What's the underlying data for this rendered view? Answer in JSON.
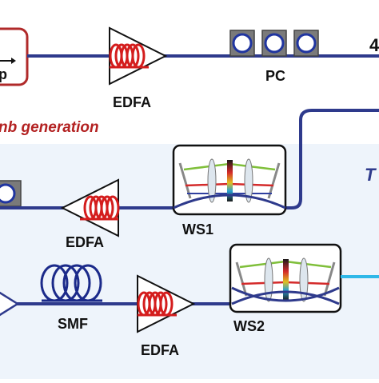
{
  "colors": {
    "fiber": "#2e3a8c",
    "laser_box": "#b02a2a",
    "coil": "#d41d1d",
    "pc_ring": "#2035a0",
    "section_text": "#b32121",
    "lower_bg": "#eef4fb",
    "right_fiber": "#2fb8e8",
    "grating_green": "#7fbf3a",
    "grating_red": "#d42a2a",
    "grating_blue": "#3040a0"
  },
  "labels": {
    "laser_partial": "p",
    "edfa_1": "EDFA",
    "pc": "PC",
    "section_comb": "nb generation",
    "top_right_partial": "4",
    "mid_right_partial": "T",
    "ws1": "WS1",
    "edfa_2": "EDFA",
    "smf": "SMF",
    "edfa_3": "EDFA",
    "ws2": "WS2"
  },
  "icons": [
    "laser-icon",
    "amplifier-icon",
    "polarization-controller-icon",
    "waveshaper-icon",
    "fiber-spool-icon"
  ]
}
